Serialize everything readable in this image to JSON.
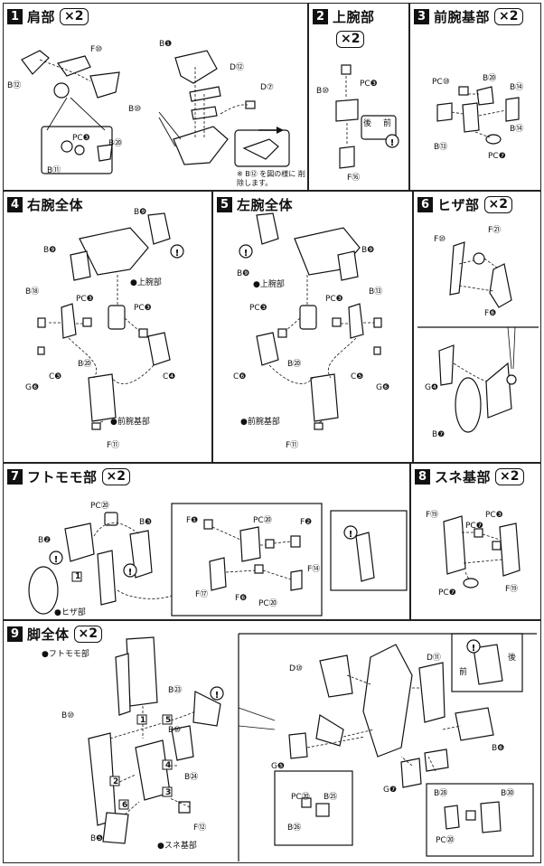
{
  "steps": [
    {
      "num": "1",
      "title": "肩部",
      "qty": "×2"
    },
    {
      "num": "2",
      "title": "上腕部",
      "qty": "×2"
    },
    {
      "num": "3",
      "title": "前腕基部",
      "qty": "×2"
    },
    {
      "num": "4",
      "title": "右腕全体",
      "qty": ""
    },
    {
      "num": "5",
      "title": "左腕全体",
      "qty": ""
    },
    {
      "num": "6",
      "title": "ヒザ部",
      "qty": "×2"
    },
    {
      "num": "7",
      "title": "フトモモ部",
      "qty": "×2"
    },
    {
      "num": "8",
      "title": "スネ基部",
      "qty": "×2"
    },
    {
      "num": "9",
      "title": "脚全体",
      "qty": "×2"
    }
  ],
  "labels": {
    "s1": {
      "f1": "F⑩",
      "b1": "B⑫",
      "b2": "B❶",
      "d1": "D⑫",
      "d2": "D⑦",
      "b3": "B⑩",
      "pc": "PC❸",
      "b4": "B⑳",
      "b5": "B⑪",
      "note": "※ B⑫ を図の様に 削除します。"
    },
    "s2": {
      "pc": "PC❸",
      "b": "B⑩",
      "f": "F⑯",
      "front": "前",
      "back": "後"
    },
    "s3": {
      "pc1": "PC⑩",
      "b1": "B⑳",
      "b2": "B⑭",
      "b3": "B⑭",
      "b4": "B⑬",
      "pc2": "PC❼"
    },
    "s4": {
      "b1": "B❾",
      "b2": "B❾",
      "b3": "B⑱",
      "pc1": "PC❸",
      "upper": "●上腕部",
      "pc2": "PC❸",
      "c1": "C❸",
      "b4": "B⑳",
      "c2": "C❹",
      "g": "G❻",
      "fore": "●前腕基部",
      "f": "F⑪"
    },
    "s5": {
      "b1": "B❾",
      "b2": "B❾",
      "upper": "●上腕部",
      "b3": "B⑬",
      "pc1": "PC❸",
      "pc2": "PC❸",
      "c1": "C❻",
      "b4": "B⑳",
      "c2": "C❺",
      "g": "G❻",
      "fore": "●前腕基部",
      "f": "F⑪"
    },
    "s6": {
      "f1": "F⑩",
      "f2": "F㉑",
      "f3": "F❻",
      "g": "G❹",
      "b": "B❼"
    },
    "s7": {
      "pc1": "PC⑳",
      "b1": "B❷",
      "b2": "B❸",
      "knee": "●ヒザ部",
      "one": "1",
      "f1": "F❶",
      "pc2": "PC⑳",
      "f2": "F❷",
      "f3": "F⑰",
      "f4": "F❻",
      "pc3": "PC⑳",
      "f5": "F⑭"
    },
    "s8": {
      "f1": "F⑲",
      "pc1": "PC❸",
      "pc2": "PC❼",
      "pc3": "PC❼",
      "f2": "F⑲"
    },
    "s9": {
      "thigh": "●フトモモ部",
      "b1": "B⑩",
      "b2": "B⑩",
      "b3": "B㉓",
      "n1": "1",
      "n2": "2",
      "n3": "3",
      "n4": "4",
      "n5": "5",
      "n6": "6",
      "b4": "B㉔",
      "f": "F⑫",
      "b5": "B❺",
      "shin": "●スネ基部",
      "d1": "D⑩",
      "d2": "D⑪",
      "g1": "G❺",
      "g2": "G❼",
      "b6": "B❻",
      "pc1": "PC⑳",
      "b7": "B㉕",
      "b8": "B㉖",
      "b9": "B㉘",
      "b10": "B㉚",
      "pc2": "PC⑳",
      "front": "前",
      "back": "後"
    }
  }
}
